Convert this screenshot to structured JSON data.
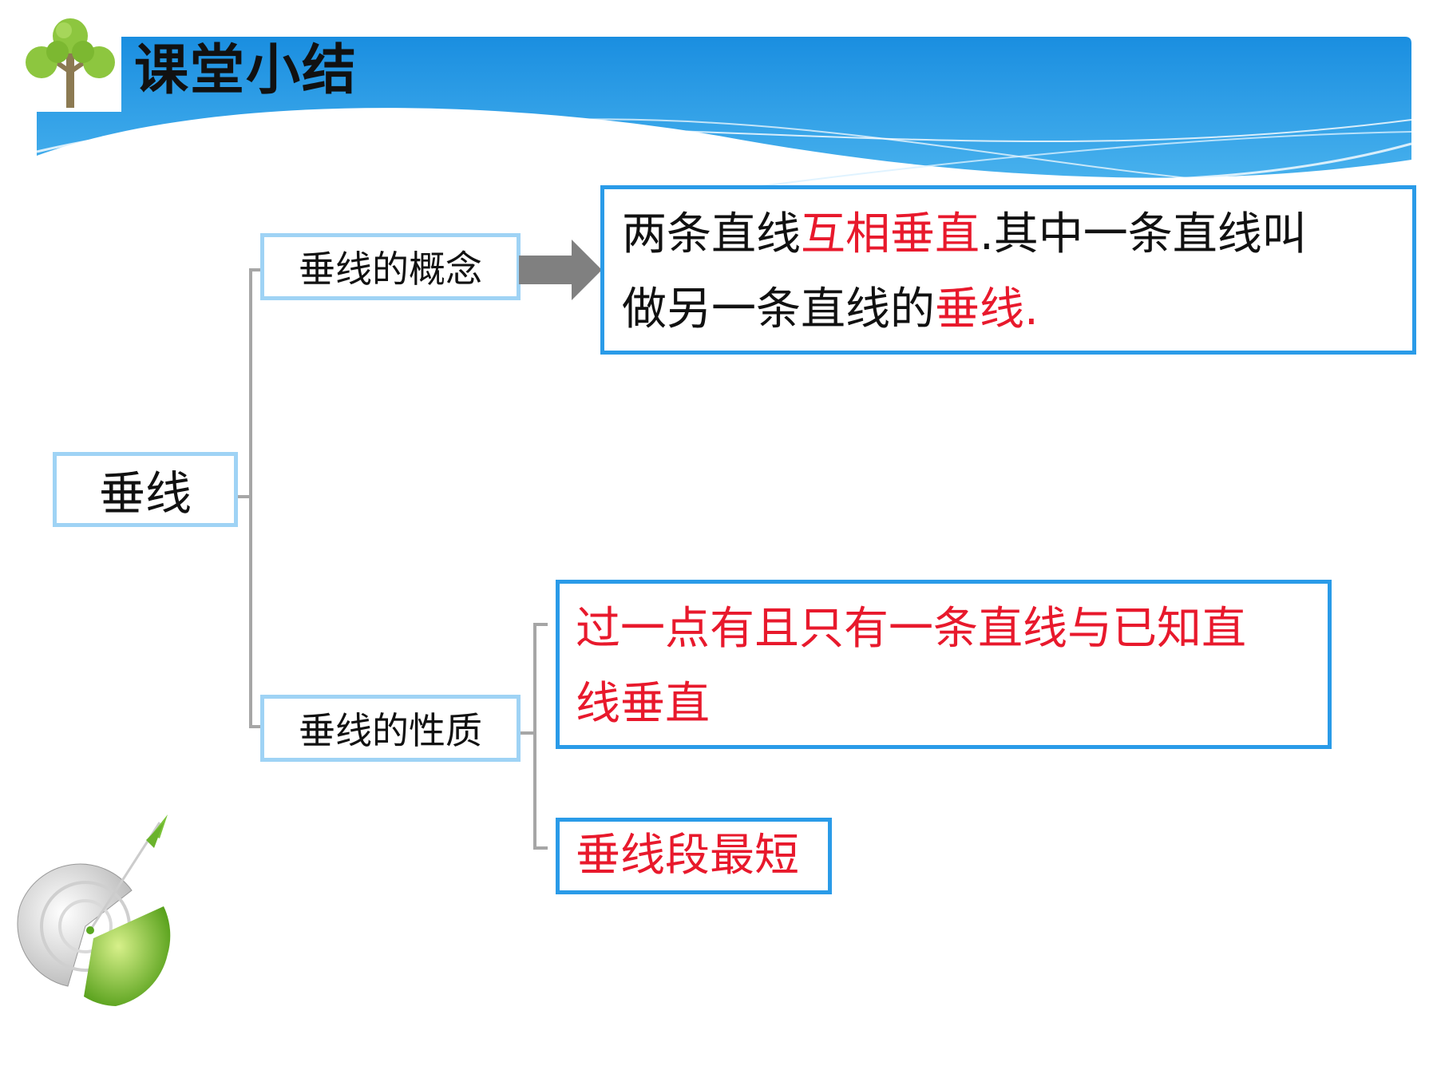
{
  "title": "课堂小结",
  "root": {
    "label": "垂线"
  },
  "concept": {
    "label": "垂线的概念",
    "definition": {
      "line1_part1": "两条直线",
      "line1_part2": "互相垂直",
      "line1_part3": ".其中一条直线叫",
      "line2_part1": "做另一条直线的",
      "line2_part2": "垂线",
      "line2_part3": "."
    }
  },
  "property": {
    "label": "垂线的性质",
    "items": [
      {
        "line1": "过一点有且只有一条直线与已知直",
        "line2": "线垂直"
      },
      {
        "line1": "垂线段最短"
      }
    ]
  },
  "colors": {
    "accent_red": "#e8192c",
    "banner_blue": "#1e90e0",
    "box_border": "#2a9be8",
    "box_border_light": "#9fd3f5",
    "connector_gray": "#a6a6a6"
  },
  "icons": {
    "logo": "tree-icon",
    "arrow": "right-arrow-icon",
    "decoration": "target-arrow-icon"
  }
}
